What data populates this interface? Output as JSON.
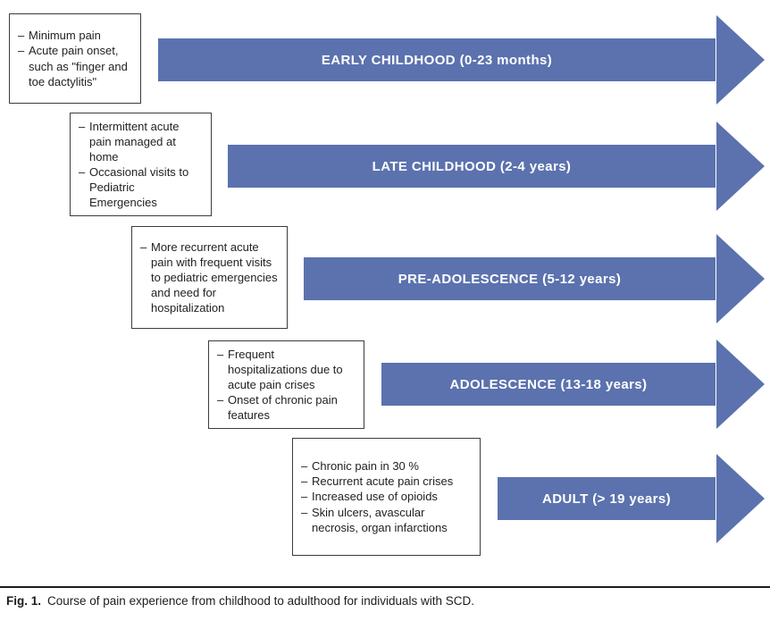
{
  "colors": {
    "arrow_blue": "#5b72ae",
    "box_border": "#3c3c3c",
    "text": "#222222"
  },
  "bullet_marker": "–",
  "stages": [
    {
      "label": "EARLY CHILDHOOD (0-23 months)",
      "bullets": [
        "Minimum pain",
        "Acute pain onset, such as \"finger and toe dactylitis\""
      ]
    },
    {
      "label": "LATE CHILDHOOD (2-4 years)",
      "bullets": [
        "Intermittent acute pain managed at home",
        "Occasional visits to Pediatric Emergencies"
      ]
    },
    {
      "label": "PRE-ADOLESCENCE (5-12 years)",
      "bullets": [
        "More recurrent acute pain with frequent visits to pediatric emergencies and need for hospitalization"
      ]
    },
    {
      "label": "ADOLESCENCE (13-18 years)",
      "bullets": [
        "Frequent hospitalizations due to acute pain crises",
        "Onset of chronic pain features"
      ]
    },
    {
      "label": "ADULT (> 19 years)",
      "bullets": [
        "Chronic pain in 30 %",
        "Recurrent acute pain crises",
        "Increased use of opioids",
        "Skin ulcers, avascular necrosis, organ infarctions"
      ]
    }
  ],
  "caption": {
    "prefix": "Fig. 1.",
    "text": "Course of pain experience from childhood to adulthood for individuals with SCD."
  }
}
